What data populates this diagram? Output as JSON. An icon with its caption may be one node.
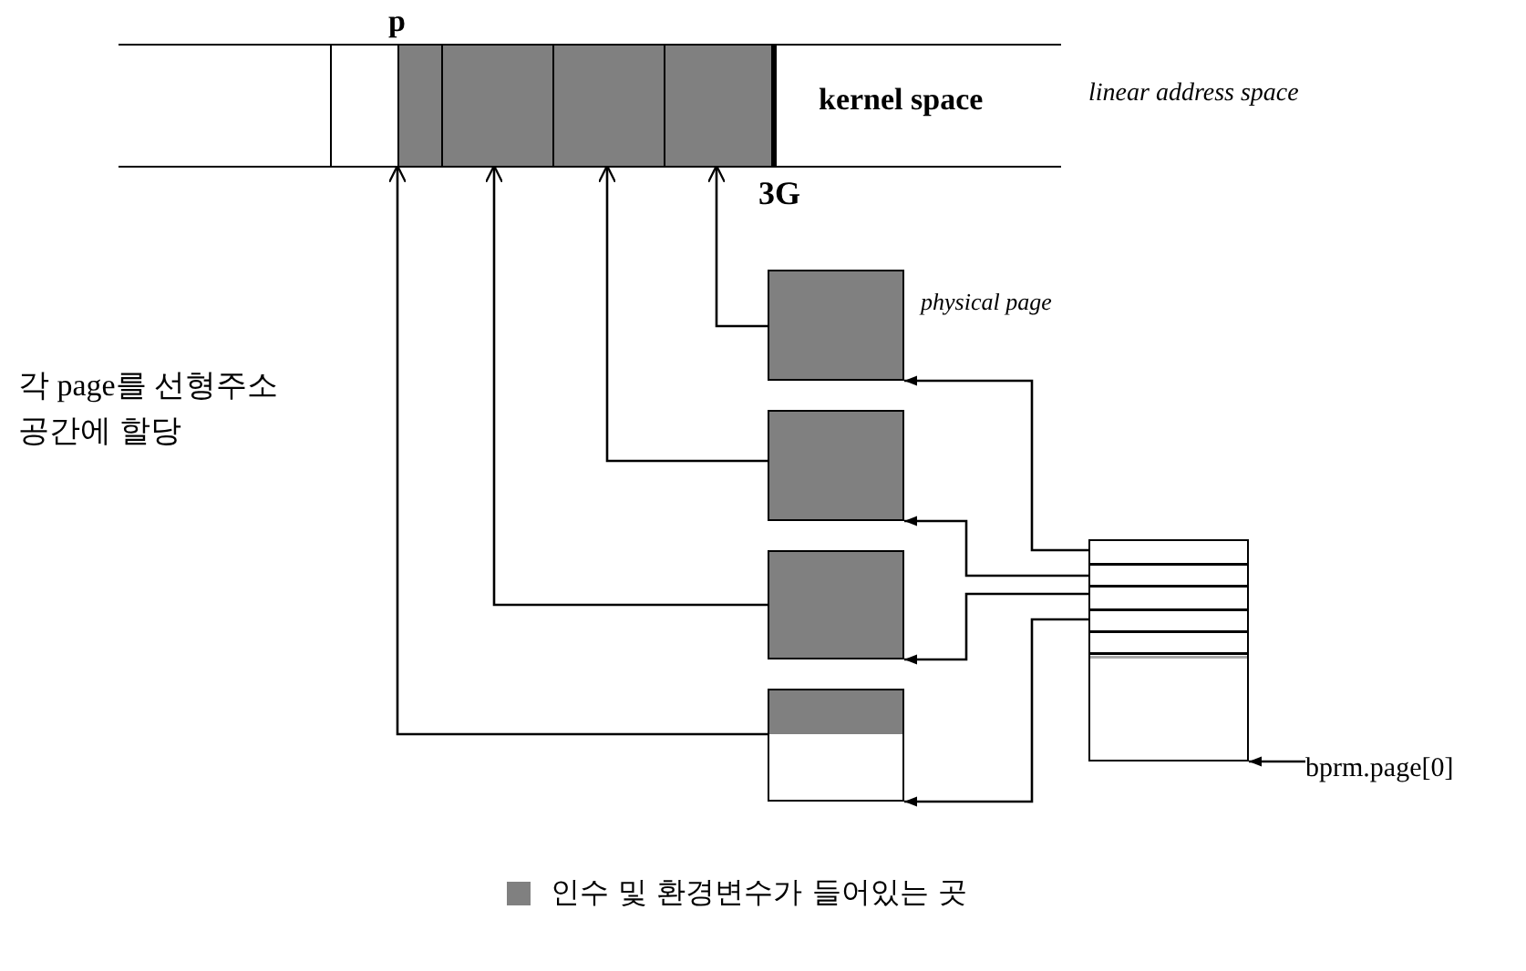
{
  "diagram": {
    "nodes": [
      {
        "text": [
          "kernel space"
        ],
        "beside": [
          "linear address space"
        ]
      },
      {
        "text": [],
        "shape": "box",
        "in": 0
      },
      {
        "text": [],
        "shape": "box",
        "in": 0
      },
      {
        "text": [],
        "shape": "box",
        "in": 0
      },
      {
        "text": [],
        "shape": "box",
        "in": 0
      },
      {
        "text": [],
        "shape": "box",
        "in": 0
      },
      {
        "text": [],
        "shape": "box",
        "beside": [
          "physical page"
        ]
      },
      {
        "text": [],
        "shape": "box"
      },
      {
        "text": [],
        "shape": "box"
      },
      {
        "text": [],
        "shape": "box"
      },
      {
        "text": [],
        "shape": "box"
      },
      {
        "text": [
          "bprm.page[0]"
        ]
      }
    ],
    "edges": [
      {
        "from": 6,
        "to": 5,
        "arrow": "to"
      },
      {
        "from": 7,
        "to": 4,
        "arrow": "to"
      },
      {
        "from": 8,
        "to": 3,
        "arrow": "to"
      },
      {
        "from": 9,
        "to": 2,
        "arrow": "to"
      },
      {
        "from": 10,
        "to": 6,
        "arrow": "to"
      },
      {
        "from": 10,
        "to": 7,
        "arrow": "to"
      },
      {
        "from": 10,
        "to": 8,
        "arrow": "to"
      },
      {
        "from": 10,
        "to": 9,
        "arrow": "to"
      },
      {
        "from": 11,
        "to": 10,
        "arrow": "to"
      }
    ],
    "labels": [
      "p",
      "3G",
      "각 page를 선형주소 공간에 할당"
    ],
    "legend": [
      {
        "text": "인수 및 환경변수가 들어있는 곳",
        "color": "#808080"
      }
    ]
  }
}
